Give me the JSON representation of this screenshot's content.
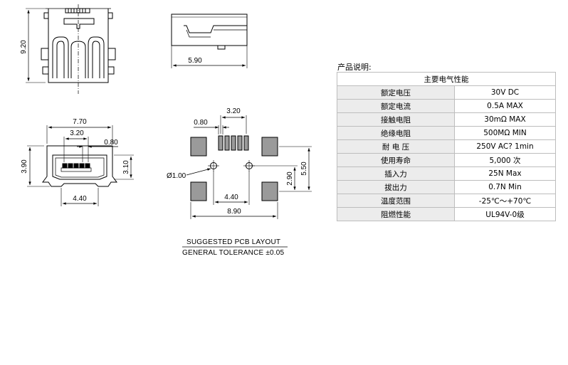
{
  "drawing": {
    "top_view": {
      "height_label": "9.20"
    },
    "side_view": {
      "width_label": "5.90"
    },
    "front_view": {
      "overall_width": "7.70",
      "pin_span": "3.20",
      "pin_pitch": "0.80",
      "body_height": "3.90",
      "opening_height": "3.10",
      "foot_span": "4.40"
    },
    "pcb_layout": {
      "pin_span": "3.20",
      "pad_width": "0.80",
      "hole_dia": "Ø1.00",
      "hole_span": "4.40",
      "pad_span": "8.90",
      "pad_row_gap": "2.90",
      "pad_row_span": "5.50",
      "note_line1": "SUGGESTED PCB LAYOUT",
      "note_line2": "GENERAL TOLERANCE ±0.05"
    }
  },
  "spec": {
    "title": "产品说明:",
    "table_header": "主要电气性能",
    "rows": [
      {
        "name": "额定电压",
        "value": "30V DC"
      },
      {
        "name": "额定电流",
        "value": "0.5A MAX"
      },
      {
        "name": "接触电阻",
        "value": "30mΩ  MAX"
      },
      {
        "name": "绝缘电阻",
        "value": "500MΩ  MIN"
      },
      {
        "name": "耐 电 压",
        "value": "250V AC? 1min"
      },
      {
        "name": "使用寿命",
        "value": "5,000 次"
      },
      {
        "name": "插入力",
        "value": "25N Max"
      },
      {
        "name": "拔出力",
        "value": "0.7N Min"
      },
      {
        "name": "温度范围",
        "value": "-25℃～+70℃"
      },
      {
        "name": "阻燃性能",
        "value": "UL94V-0级"
      }
    ]
  }
}
